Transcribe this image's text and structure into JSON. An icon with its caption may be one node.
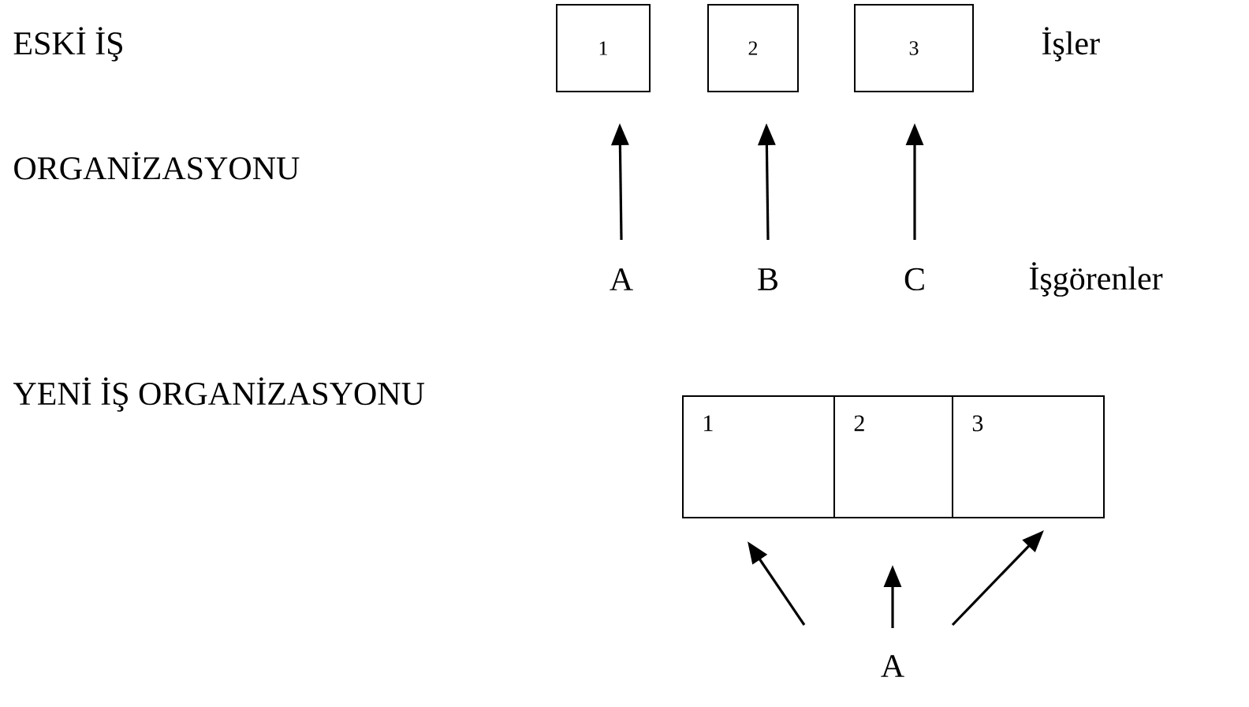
{
  "diagram": {
    "nodes": [
      {
        "text": [
          "1"
        ]
      },
      {
        "text": [
          "2"
        ]
      },
      {
        "text": [
          "3"
        ]
      },
      {
        "text": [
          "A"
        ]
      },
      {
        "text": [
          "B"
        ]
      },
      {
        "text": [
          "C"
        ]
      },
      {
        "text": [
          "1"
        ]
      },
      {
        "text": [
          "2"
        ]
      },
      {
        "text": [
          "3"
        ]
      },
      {
        "text": [
          "A"
        ]
      }
    ],
    "edges": [
      {
        "from": 3,
        "to": 0,
        "arrow": "to"
      },
      {
        "from": 4,
        "to": 1,
        "arrow": "to"
      },
      {
        "from": 5,
        "to": 2,
        "arrow": "to"
      },
      {
        "from": 9,
        "to": 6,
        "arrow": "to"
      },
      {
        "from": 9,
        "to": 7,
        "arrow": "to"
      },
      {
        "from": 9,
        "to": 8,
        "arrow": "to"
      }
    ],
    "labels": [
      "ESKİ İŞ",
      "İşler",
      "ORGANİZASYONU",
      "İşgörenler",
      "YENİ İŞ ORGANİZASYONU"
    ]
  }
}
